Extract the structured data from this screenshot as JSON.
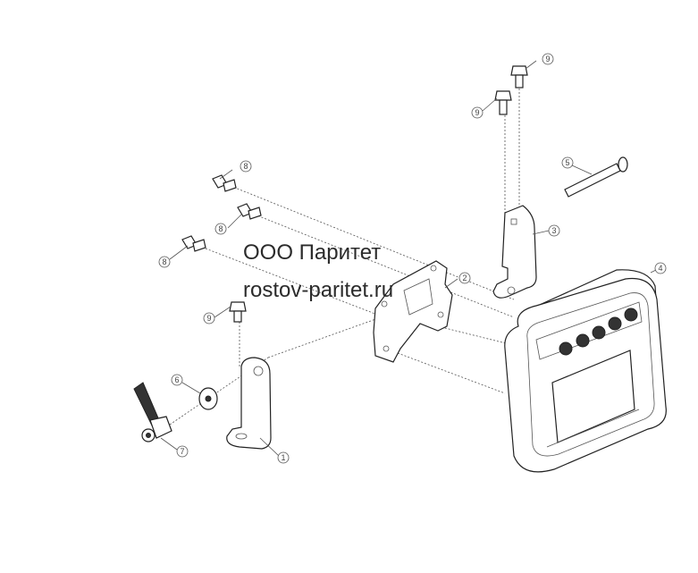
{
  "watermark": {
    "line1": "ООО Паритет",
    "line2": "rostov-paritet.ru"
  },
  "callouts": [
    {
      "id": "c1",
      "label": "1"
    },
    {
      "id": "c2",
      "label": "2"
    },
    {
      "id": "c3",
      "label": "3"
    },
    {
      "id": "c4",
      "label": "4"
    },
    {
      "id": "c5",
      "label": "5"
    },
    {
      "id": "c6",
      "label": "6"
    },
    {
      "id": "c7",
      "label": "7"
    },
    {
      "id": "c8a",
      "label": "8"
    },
    {
      "id": "c8b",
      "label": "8"
    },
    {
      "id": "c8c",
      "label": "8"
    },
    {
      "id": "c9a",
      "label": "9"
    },
    {
      "id": "c9b",
      "label": "9"
    },
    {
      "id": "c9c",
      "label": "9"
    }
  ]
}
